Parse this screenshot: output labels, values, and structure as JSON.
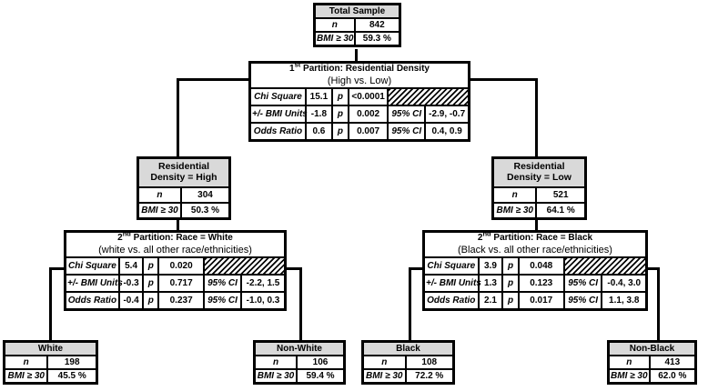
{
  "colors": {
    "header_bg": "#d9d9d9",
    "border": "#000000",
    "background": "#ffffff"
  },
  "labels": {
    "n": "n",
    "bmi": "BMI ≥ 30",
    "p": "p",
    "ci": "95% CI"
  },
  "total": {
    "title": "Total Sample",
    "n": "842",
    "bmi_pct": "59.3 %"
  },
  "partition1": {
    "title_num": "1",
    "title_sup": "st",
    "title_text": " Partition: Residential Density",
    "subtitle": "(High vs. Low)",
    "rows": [
      {
        "label": "Chi Square",
        "value": "15.1",
        "pval": "<0.0001"
      },
      {
        "label": "+/- BMI Units",
        "value": "-1.8",
        "pval": "0.002",
        "ci": "-2.9, -0.7"
      },
      {
        "label": "Odds Ratio",
        "value": "0.6",
        "pval": "0.007",
        "ci": "0.4, 0.9"
      }
    ]
  },
  "density_high": {
    "title_line1": "Residential",
    "title_line2": "Density = High",
    "n": "304",
    "bmi_pct": "50.3 %"
  },
  "density_low": {
    "title_line1": "Residential",
    "title_line2": "Density = Low",
    "n": "521",
    "bmi_pct": "64.1 %"
  },
  "partition2_white": {
    "title_num": "2",
    "title_sup": "nd",
    "title_text": " Partition: Race = White",
    "subtitle": "(white vs. all other race/ethnicities)",
    "rows": [
      {
        "label": "Chi Square",
        "value": "5.4",
        "pval": "0.020"
      },
      {
        "label": "+/- BMI Units",
        "value": "-0.3",
        "pval": "0.717",
        "ci": "-2.2, 1.5"
      },
      {
        "label": "Odds Ratio",
        "value": "-0.4",
        "pval": "0.237",
        "ci": "-1.0, 0.3"
      }
    ]
  },
  "partition2_black": {
    "title_num": "2",
    "title_sup": "nd",
    "title_text": " Partition: Race = Black",
    "subtitle": "(Black vs. all other race/ethnicities)",
    "rows": [
      {
        "label": "Chi Square",
        "value": "3.9",
        "pval": "0.048"
      },
      {
        "label": "+/- BMI Units",
        "value": "1.3",
        "pval": "0.123",
        "ci": "-0.4, 3.0"
      },
      {
        "label": "Odds Ratio",
        "value": "2.1",
        "pval": "0.017",
        "ci": "1.1, 3.8"
      }
    ]
  },
  "leaves": {
    "white": {
      "title": "White",
      "n": "198",
      "bmi_pct": "45.5 %"
    },
    "nonwhite": {
      "title": "Non-White",
      "n": "106",
      "bmi_pct": "59.4 %"
    },
    "black": {
      "title": "Black",
      "n": "108",
      "bmi_pct": "72.2 %"
    },
    "nonblack": {
      "title": "Non-Black",
      "n": "413",
      "bmi_pct": "62.0 %"
    }
  }
}
